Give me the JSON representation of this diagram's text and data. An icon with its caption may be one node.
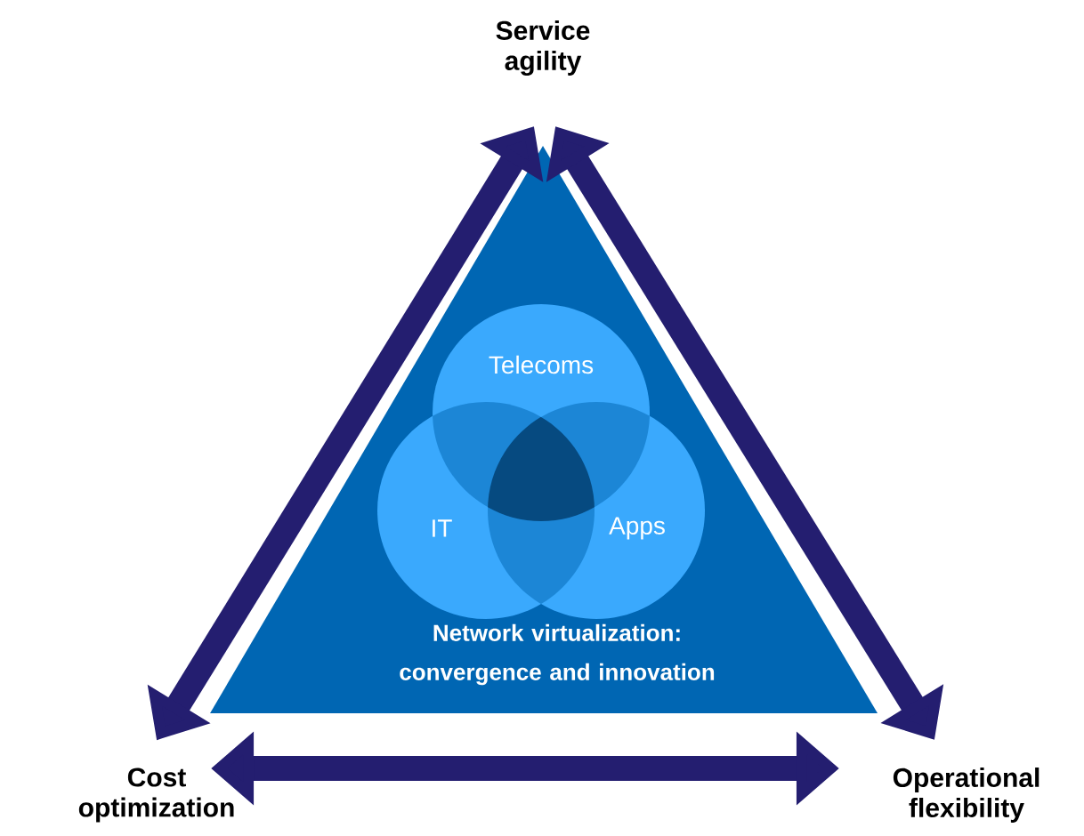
{
  "diagram": {
    "nodes": [
      {
        "text": [
          "Service agility"
        ]
      },
      {
        "text": [
          "Cost optimization"
        ]
      },
      {
        "text": [
          "Operational flexibility"
        ]
      },
      {
        "text": [
          "Network virtualization: convergence and innovation"
        ]
      },
      {
        "text": [
          "Telecoms"
        ],
        "in": 3
      },
      {
        "text": [
          "IT"
        ],
        "in": 3
      },
      {
        "text": [
          "Apps"
        ],
        "in": 3
      }
    ],
    "edges": [
      {
        "from": 0,
        "to": 1,
        "arrow": "both"
      },
      {
        "from": 0,
        "to": 2,
        "arrow": "both"
      },
      {
        "from": 1,
        "to": 2,
        "arrow": "both"
      }
    ]
  }
}
